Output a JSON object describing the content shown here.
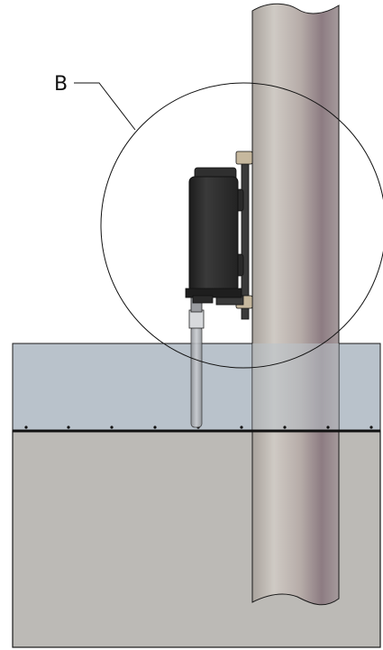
{
  "detail_callout": {
    "label": "B"
  },
  "colors": {
    "water": "#b9c2cb",
    "concrete": "#bcbab6",
    "pole_light": "#c9c5c0",
    "pole_mid": "#a59b97",
    "pole_shade": "#7d6f73",
    "device_body": "#2b2b2b",
    "outline": "#1a1a1a"
  },
  "icons": [
    "sensor-housing",
    "pole",
    "mounting-bracket",
    "probe"
  ]
}
